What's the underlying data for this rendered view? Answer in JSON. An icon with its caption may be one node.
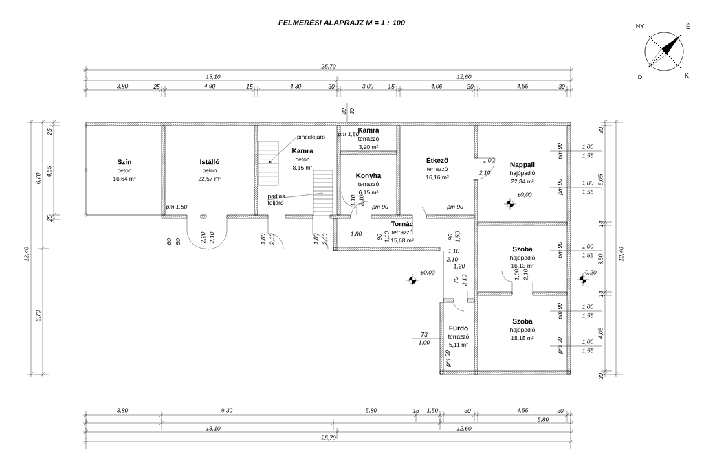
{
  "diagram": {
    "title": "FELMÉRÉSI ALAPRAJZ M = 1 : 100",
    "nodes": [
      {
        "text": [
          "Szín",
          "beton",
          "16,64 m²"
        ]
      },
      {
        "text": [
          "Istálló",
          "beton",
          "22,57 m²"
        ]
      },
      {
        "text": [
          "Kamra",
          "beton",
          "8,15 m²"
        ]
      },
      {
        "text": [
          "Kamra",
          "terrazzó",
          "3,90 m²"
        ]
      },
      {
        "text": [
          "Konyha",
          "terrazzó",
          "6,15 m²"
        ]
      },
      {
        "text": [
          "Étkező",
          "terrazzó",
          "16,16 m²"
        ]
      },
      {
        "text": [
          "Nappali",
          "hajópadló",
          "22,84 m²"
        ]
      },
      {
        "text": [
          "Tornác",
          "terrazzó",
          "15,68 m²"
        ]
      },
      {
        "text": [
          "Szoba",
          "hajópadló",
          "16,13 m²"
        ]
      },
      {
        "text": [
          "Szoba",
          "hajópadló",
          "18,18 m²"
        ]
      },
      {
        "text": [
          "Fürdő",
          "terrazzó",
          "5,11 m²"
        ]
      },
      {
        "text": [],
        "shape": "stairs"
      },
      {
        "text": [],
        "shape": "stairs"
      },
      {
        "text": [
          "pincelejáró"
        ]
      },
      {
        "text": [
          "padlás feljáró"
        ]
      }
    ],
    "edges": [
      {
        "from": 13,
        "to": 11,
        "arrow": "to"
      },
      {
        "from": 14,
        "to": 12,
        "arrow": "none"
      }
    ],
    "labels": [
      "25,70",
      "13,10",
      "12,60",
      "3,80",
      "25",
      "4,90",
      "15",
      "4,30",
      "30",
      "3,00",
      "15",
      "4,06",
      "30",
      "4,55",
      "30",
      "30",
      "30",
      "13,40",
      "6,70",
      "6,70",
      "25",
      "4,55",
      "25",
      "30",
      "5,05",
      "14",
      "3,50",
      "14",
      "4,05",
      "30",
      "13,40",
      "1,00",
      "1,55",
      "1,00",
      "1,55",
      "1,00",
      "1,55",
      "1,00",
      "1,55",
      "1,00",
      "1,55",
      "pm 90",
      "pm 90",
      "pm 90",
      "pm 90",
      "pm 90",
      "pm 1,50",
      "60",
      "50",
      "2,20",
      "2,10",
      "1,80",
      "2,10",
      "1,80",
      "2,10",
      "1,80",
      "pm 90",
      "pm 90",
      "90",
      "1,10",
      "1,50",
      "90",
      "1,10",
      "2,10",
      "1,20",
      "±0,00",
      "70",
      "2,10",
      "73",
      "1,00",
      "pm 90",
      "1,00",
      "2,10",
      "±0,00",
      "1,00",
      "2,10",
      "-0,20",
      "pm 1,80",
      "1,10",
      "2,10",
      "NY",
      "É",
      "D",
      "K",
      "3,80",
      "9,30",
      "5,80",
      "15",
      "1,50",
      "30",
      "4,55",
      "30",
      "5,80",
      "13,10",
      "12,60",
      "25,70"
    ]
  }
}
